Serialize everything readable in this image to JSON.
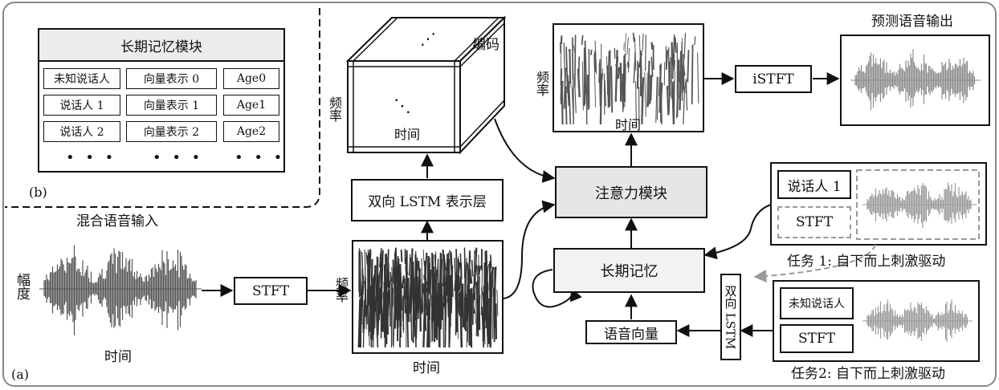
{
  "panel_a_label": "(a)",
  "panel_b_label": "(b)",
  "memory_table": {
    "title": "长期记忆模块",
    "rows": [
      [
        "未知说话人",
        "向量表示 0",
        "Age0"
      ],
      [
        "说话人 1",
        "向量表示 1",
        "Age1"
      ],
      [
        "说话人 2",
        "向量表示 2",
        "Age2"
      ]
    ],
    "ellipsis": [
      "• • •",
      "• • •",
      "• • •"
    ]
  },
  "mixed_input": {
    "title": "混合语音输入",
    "y_label": "幅度",
    "x_label": "时间"
  },
  "stft_main": "STFT",
  "spectrogram_input": {
    "y_label": "频率",
    "x_label": "时间"
  },
  "bilstm_repr": "双向 LSTM 表示层",
  "encoding_cube": {
    "side_label": "编码",
    "y_label": "频率",
    "x_label": "时间",
    "dots": "⋰",
    "dots_mid": "⋱"
  },
  "attention_module": "注意力模块",
  "output_spectrogram": {
    "y_label": "频率",
    "x_label": "时间"
  },
  "istft": "iSTFT",
  "predicted_output_title": "预测语音输出",
  "long_term_memory": "长期记忆",
  "speech_vector": "语音向量",
  "bilstm_side": "双向 LSTM",
  "task1": {
    "speaker_label": "说话人 1",
    "stft_label": "STFT",
    "caption": "任务 1: 自下而上刺激驱动"
  },
  "task2": {
    "speaker_label": "未知说话人",
    "stft_label": "STFT",
    "caption": "任务2: 自下而上刺激驱动"
  }
}
